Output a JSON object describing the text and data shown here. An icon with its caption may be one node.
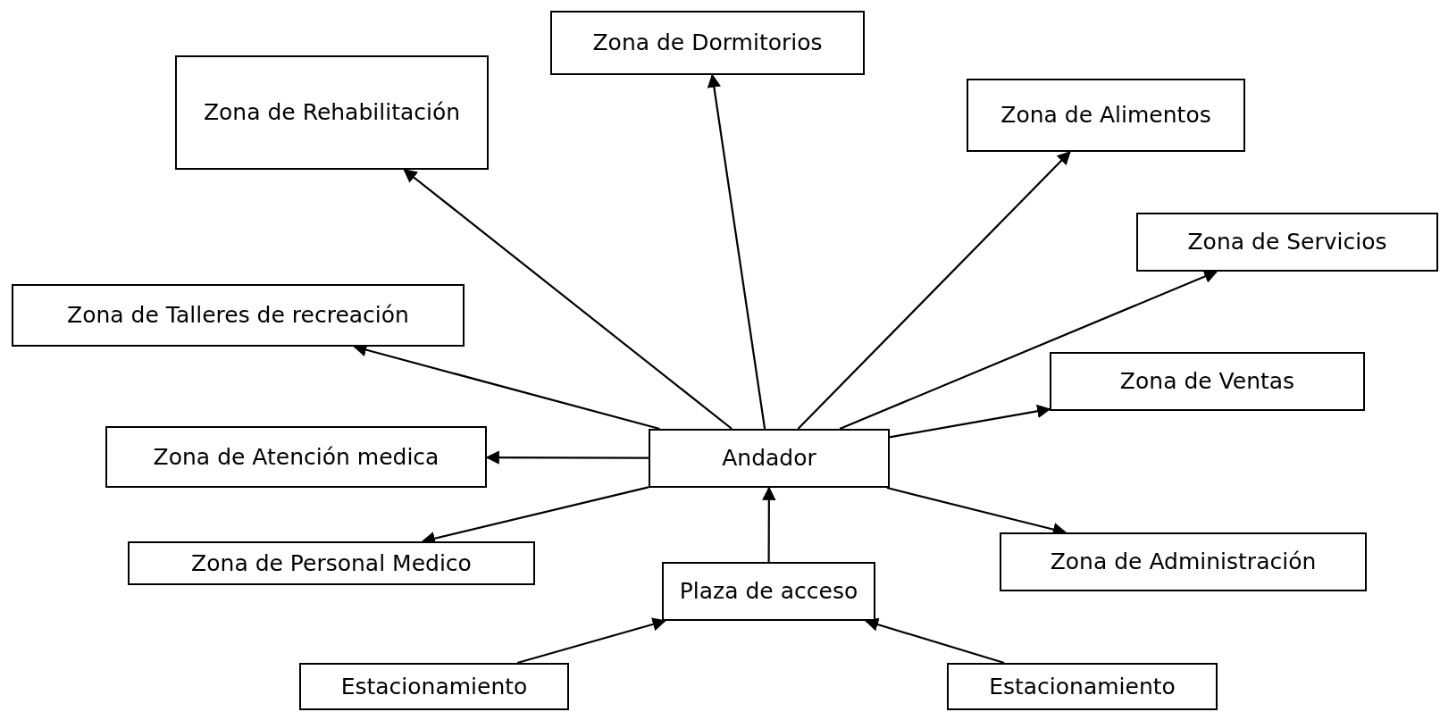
{
  "diagram": {
    "nodes": [
      {
        "text": [
          "Zona de Dormitorios"
        ]
      },
      {
        "text": [
          "Zona de Rehabilitación"
        ]
      },
      {
        "text": [
          "Zona de Alimentos"
        ]
      },
      {
        "text": [
          "Zona de Servicios"
        ]
      },
      {
        "text": [
          "Zona de Talleres de recreación"
        ]
      },
      {
        "text": [
          "Zona de Ventas"
        ]
      },
      {
        "text": [
          "Andador"
        ]
      },
      {
        "text": [
          "Zona de Atención medica"
        ]
      },
      {
        "text": [
          "Zona de Personal Medico"
        ]
      },
      {
        "text": [
          "Zona de Administración"
        ]
      },
      {
        "text": [
          "Plaza de acceso"
        ]
      },
      {
        "text": [
          "Estacionamiento"
        ]
      },
      {
        "text": [
          "Estacionamiento"
        ]
      }
    ],
    "edges": [
      {
        "from": 6,
        "to": 0,
        "arrow": "to"
      },
      {
        "from": 6,
        "to": 1,
        "arrow": "to"
      },
      {
        "from": 6,
        "to": 2,
        "arrow": "to"
      },
      {
        "from": 6,
        "to": 3,
        "arrow": "to"
      },
      {
        "from": 6,
        "to": 4,
        "arrow": "to"
      },
      {
        "from": 6,
        "to": 5,
        "arrow": "to"
      },
      {
        "from": 6,
        "to": 7,
        "arrow": "to"
      },
      {
        "from": 6,
        "to": 8,
        "arrow": "to"
      },
      {
        "from": 6,
        "to": 9,
        "arrow": "to"
      },
      {
        "from": 10,
        "to": 6,
        "arrow": "to"
      },
      {
        "from": 11,
        "to": 10,
        "arrow": "to"
      },
      {
        "from": 12,
        "to": 10,
        "arrow": "to"
      }
    ]
  }
}
